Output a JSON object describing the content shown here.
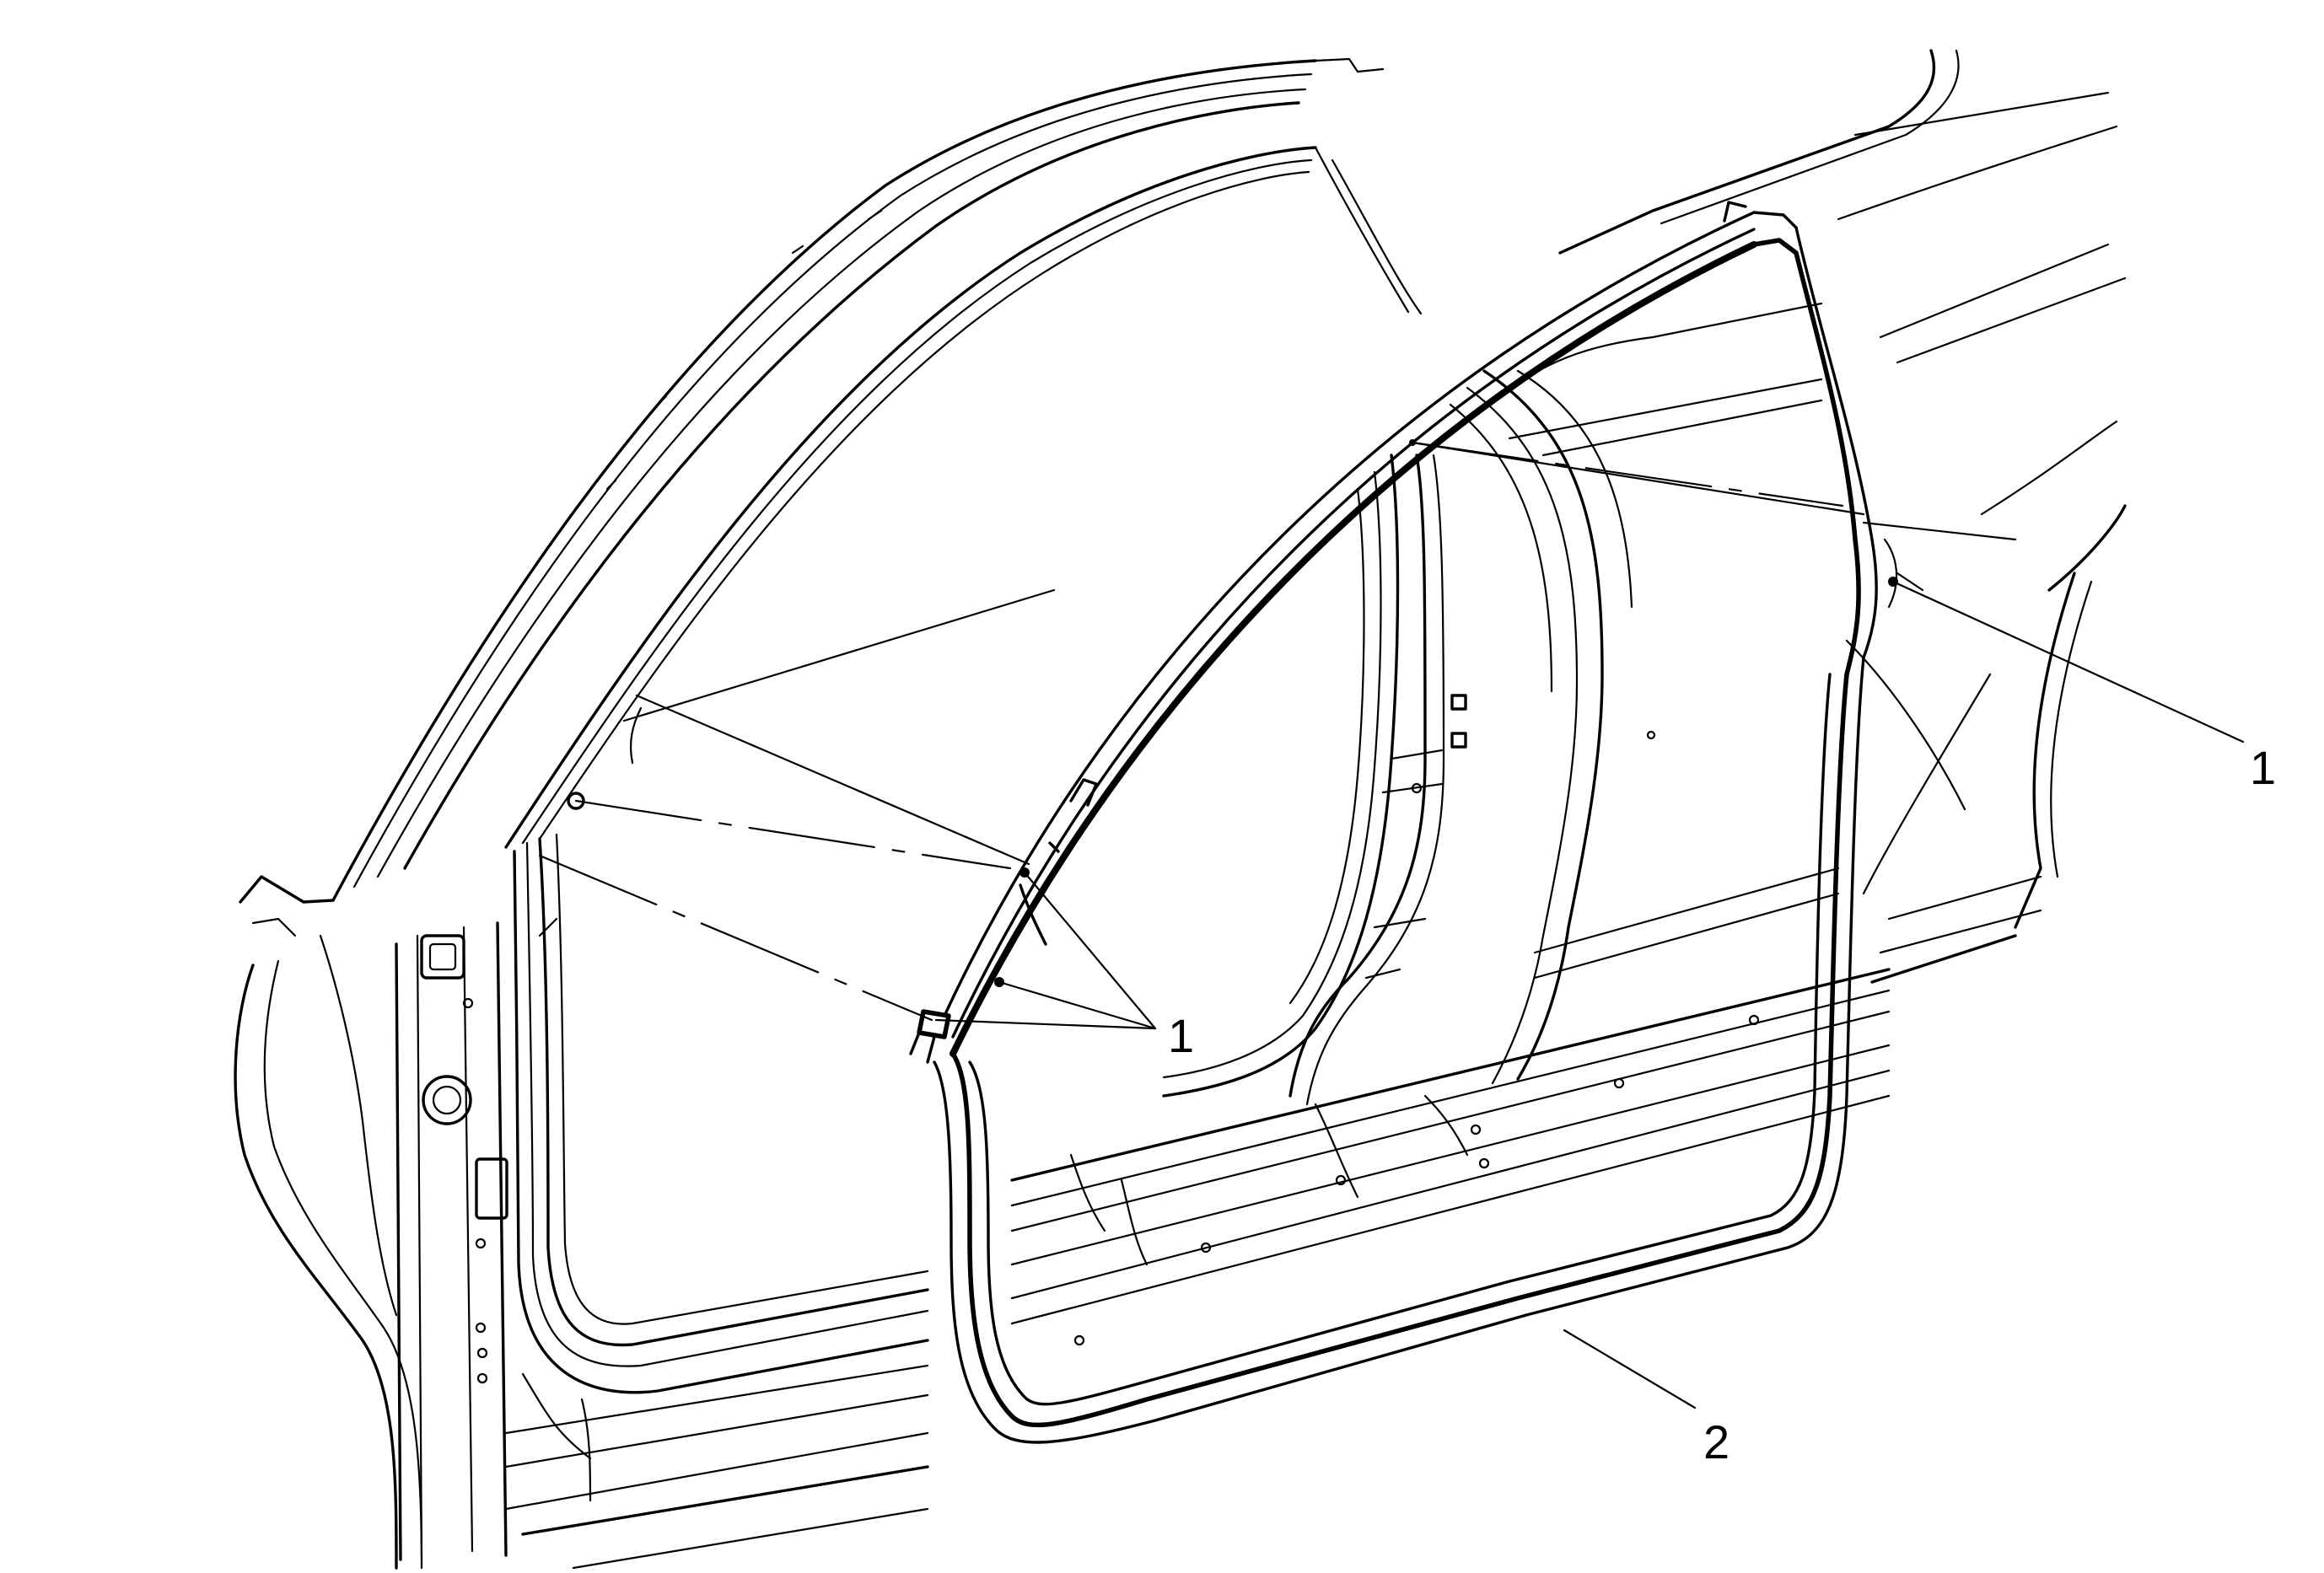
{
  "diagram": {
    "callouts": [
      {
        "id": "upper-right",
        "label": "1"
      },
      {
        "id": "lower-center",
        "label": "1"
      },
      {
        "id": "sill",
        "label": "2"
      }
    ]
  }
}
